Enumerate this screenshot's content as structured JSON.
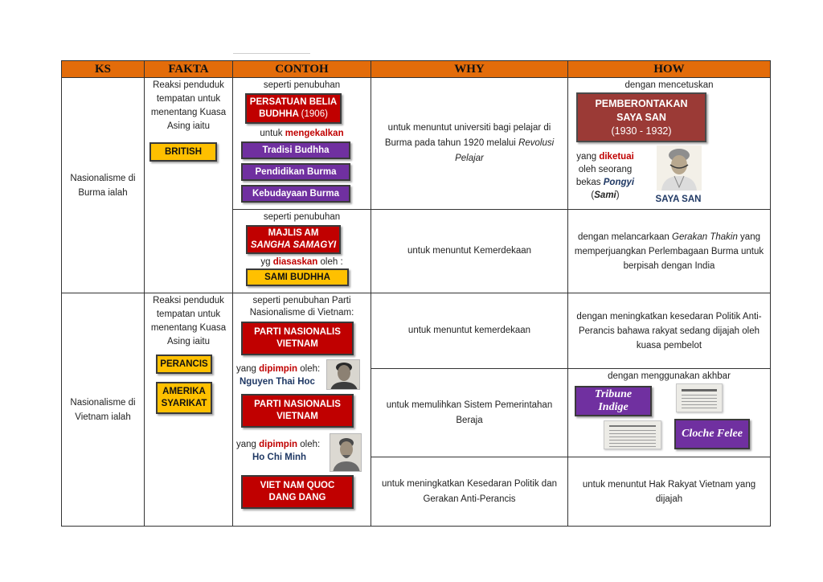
{
  "headers": {
    "ks": "KS",
    "fakta": "FAKTA",
    "contoh": "CONTOH",
    "why": "WHY",
    "how": "HOW"
  },
  "burma": {
    "ks": "Nasionalisme di Burma ialah",
    "fakta_text": "Reaksi penduduk tempatan untuk menentang Kuasa Asing iaitu",
    "fakta_box": "BRITISH",
    "row1": {
      "lead": "seperti penubuhan",
      "org_line1": "PERSATUAN BELIA",
      "org_line2": "BUDHHA",
      "org_year": "(1906)",
      "untuk": "untuk",
      "mengekalkan": "mengekalkan",
      "items": [
        "Tradisi Budhha",
        "Pendidikan Burma",
        "Kebudayaan Burma"
      ],
      "why_text": "untuk menuntut universiti bagi pelajar di Burma pada tahun 1920 melalui",
      "why_italic": "Revolusi Pelajar",
      "how_lead": "dengan mencetuskan",
      "how_box_line1": "PEMBERONTAKAN",
      "how_box_line2": "SAYA SAN",
      "how_box_years": "(1930 - 1932)",
      "yang": "yang",
      "diketuai": "diketuai",
      "oleh_seorang": "oleh seorang",
      "bekas": "bekas",
      "pongyi": "Pongyi",
      "sami": "Sami",
      "person_name": "SAYA SAN"
    },
    "row2": {
      "lead": "seperti penubuhan",
      "org_line1": "MAJLIS AM",
      "org_line2": "SANGHA SAMAGYI",
      "yg": "yg",
      "diasaskan": "diasaskan",
      "oleh": "oleh :",
      "founder_box": "SAMI BUDHHA",
      "why_text": "untuk menuntut Kemerdekaan",
      "how_prefix": "dengan melancarkaan",
      "how_italic": "Gerakan Thakin",
      "how_suffix": "yang memperjuangkan Perlembagaan Burma untuk berpisah dengan India"
    }
  },
  "vietnam": {
    "ks": "Nasionalisme di Vietnam ialah",
    "fakta_text": "Reaksi penduduk tempatan untuk menentang Kuasa Asing iaitu",
    "fakta_box1": "PERANCIS",
    "fakta_box2_line1": "AMERIKA",
    "fakta_box2_line2": "SYARIKAT",
    "contoh_lead": "seperti penubuhan Parti Nasionalisme di Vietnam:",
    "party1_line1": "PARTI NASIONALIS",
    "party1_line2": "VIETNAM",
    "yang": "yang",
    "dipimpin": "dipimpin",
    "oleh": "oleh:",
    "leader1": "Nguyen Thai Hoc",
    "party2_line1": "PARTI NASIONALIS",
    "party2_line2": "VIETNAM",
    "leader2": "Ho Chi Minh",
    "party3_line1": "VIET NAM QUOC",
    "party3_line2": "DANG DANG",
    "why1": "untuk menuntut kemerdekaan",
    "how1": "dengan meningkatkan kesedaran Politik Anti-Perancis bahawa rakyat sedang dijajah oleh kuasa pembelot",
    "why2": "untuk memulihkan Sistem Pemerintahan Beraja",
    "how2_lead": "dengan menggunakan akhbar",
    "paper1_line1": "Tribune",
    "paper1_line2": "Indige",
    "paper2": "Cloche Felee",
    "why3": "untuk meningkatkan Kesedaran Politik dan Gerakan Anti-Perancis",
    "how3": "untuk menuntut Hak Rakyat Vietnam yang dijajah"
  },
  "colors": {
    "header": "#e36c0a",
    "red": "#c00000",
    "yellow": "#ffc000",
    "purple": "#7030a0",
    "darkred": "#9b3a36",
    "name_blue": "#1f3864"
  }
}
